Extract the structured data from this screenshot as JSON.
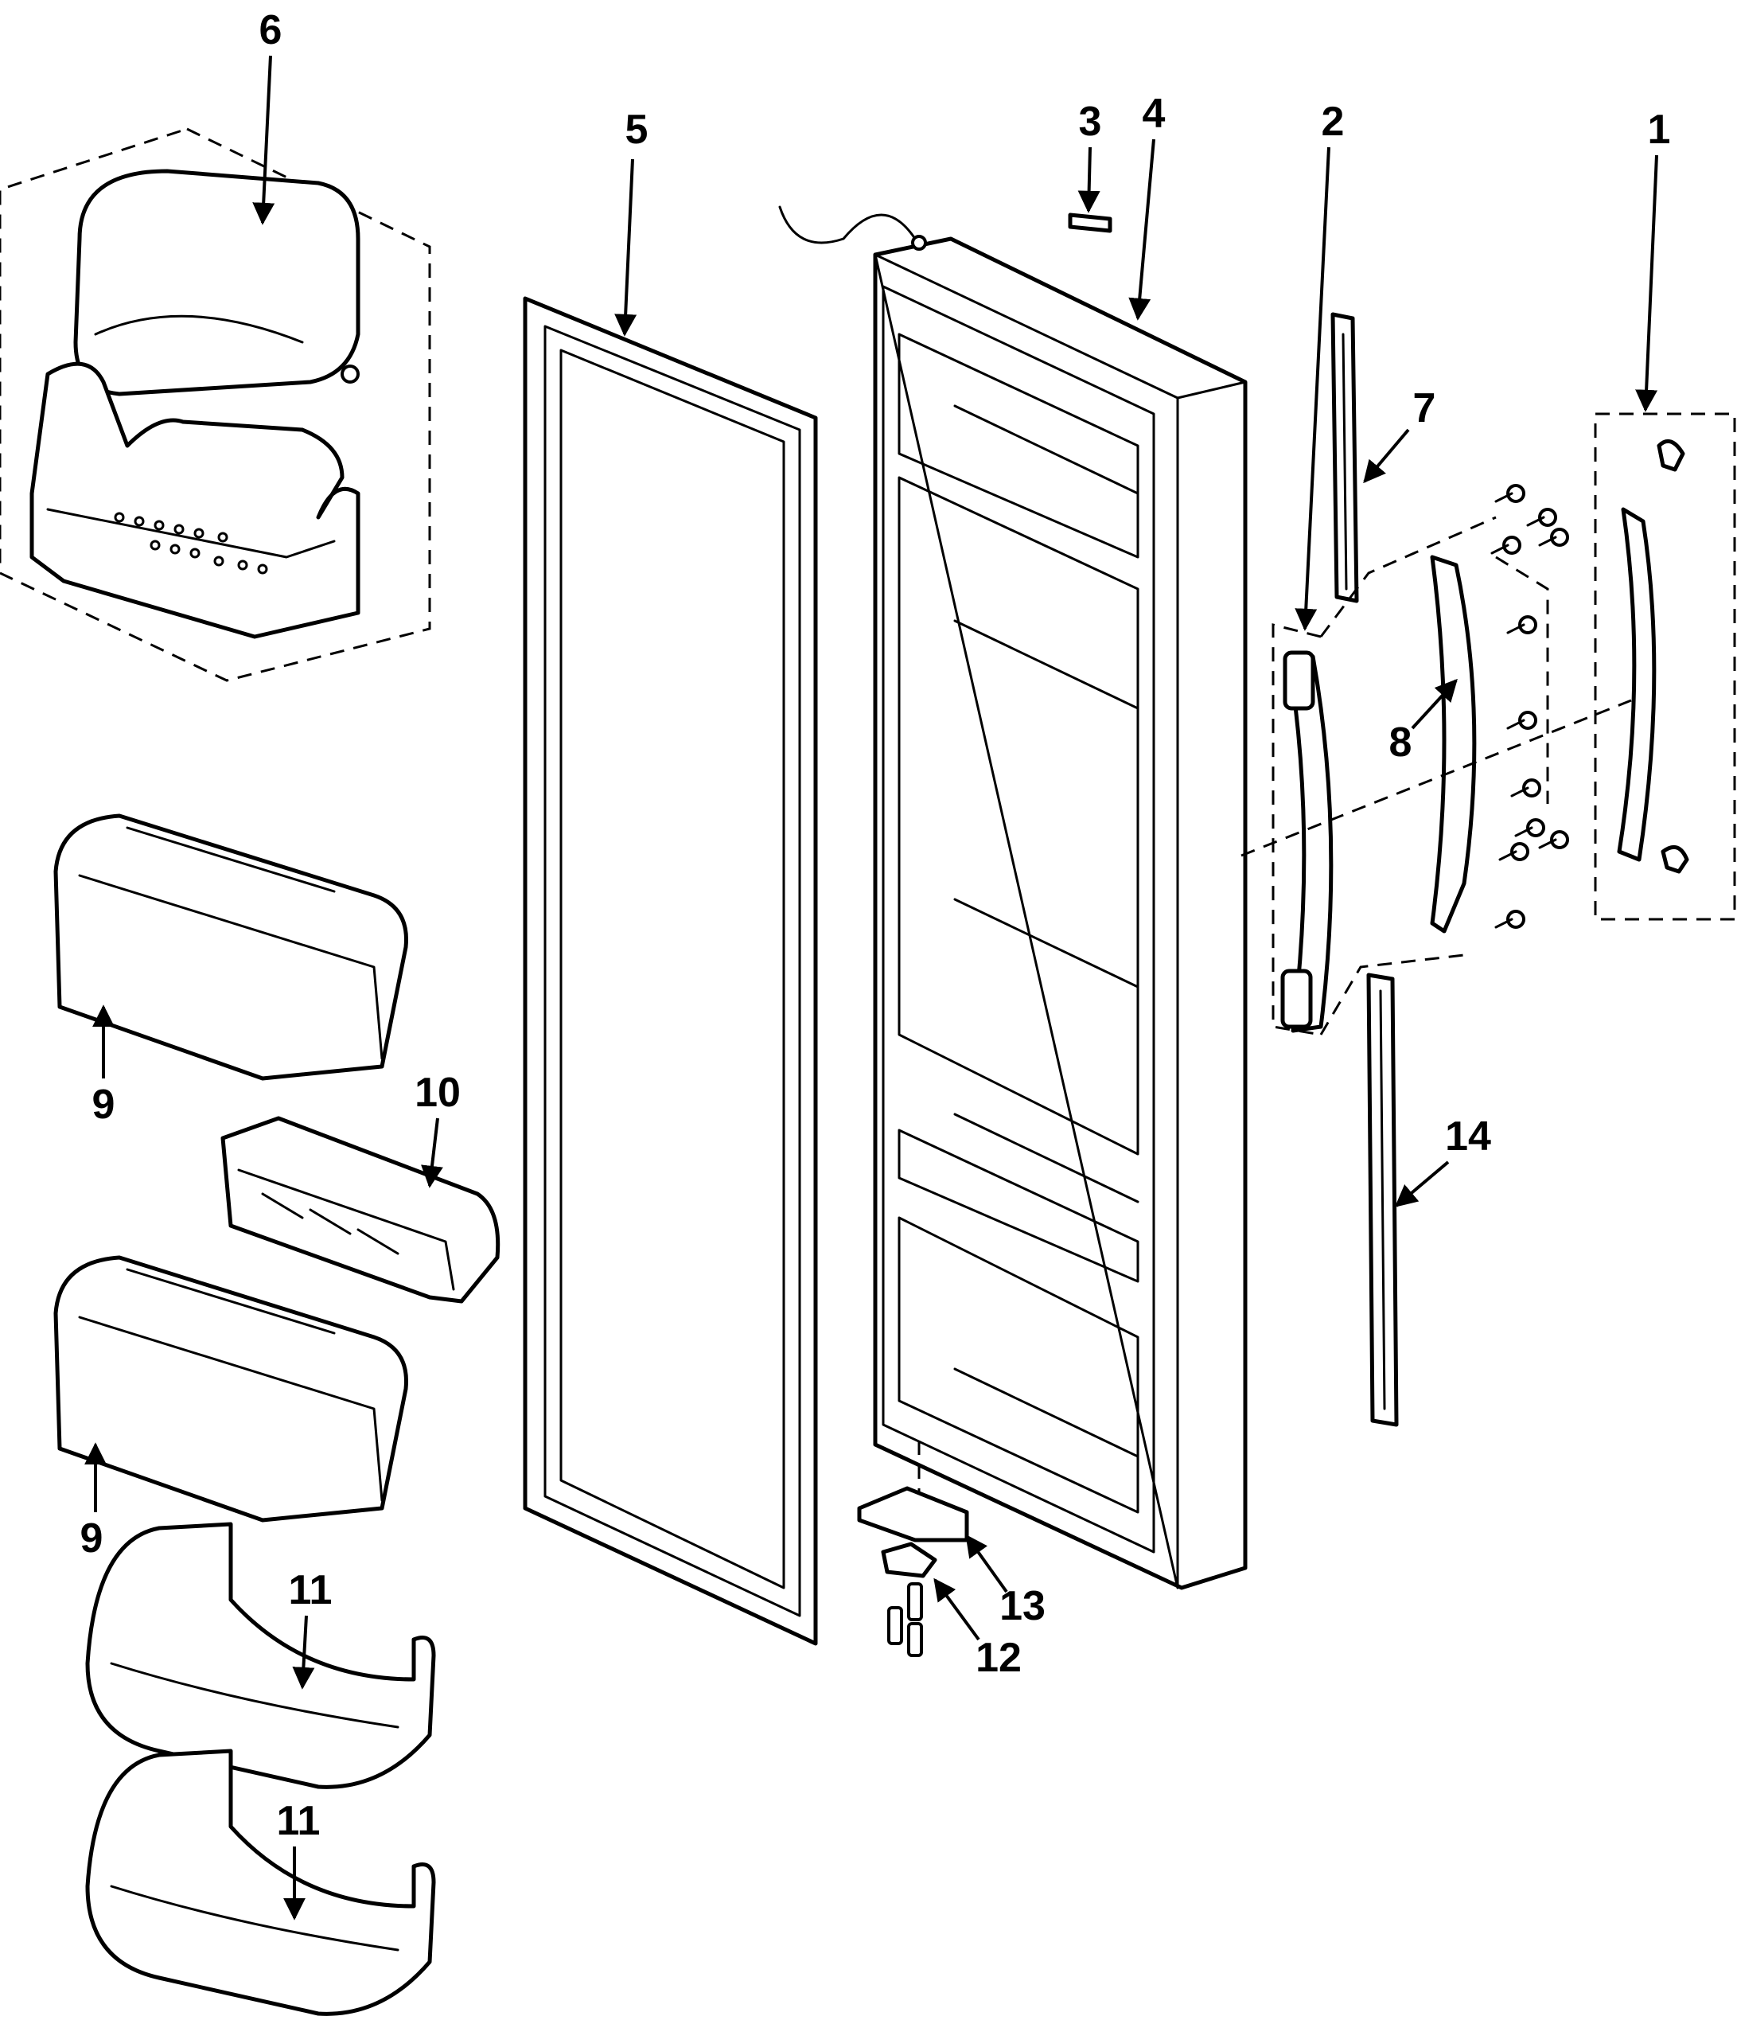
{
  "callouts": [
    {
      "id": "1",
      "text": "1"
    },
    {
      "id": "2",
      "text": "2"
    },
    {
      "id": "3",
      "text": "3"
    },
    {
      "id": "4",
      "text": "4"
    },
    {
      "id": "5",
      "text": "5"
    },
    {
      "id": "6",
      "text": "6"
    },
    {
      "id": "7",
      "text": "7"
    },
    {
      "id": "8",
      "text": "8"
    },
    {
      "id": "9a",
      "text": "9"
    },
    {
      "id": "9b",
      "text": "9"
    },
    {
      "id": "10",
      "text": "10"
    },
    {
      "id": "11a",
      "text": "11"
    },
    {
      "id": "11b",
      "text": "11"
    },
    {
      "id": "12",
      "text": "12"
    },
    {
      "id": "13",
      "text": "13"
    },
    {
      "id": "14",
      "text": "14"
    }
  ]
}
